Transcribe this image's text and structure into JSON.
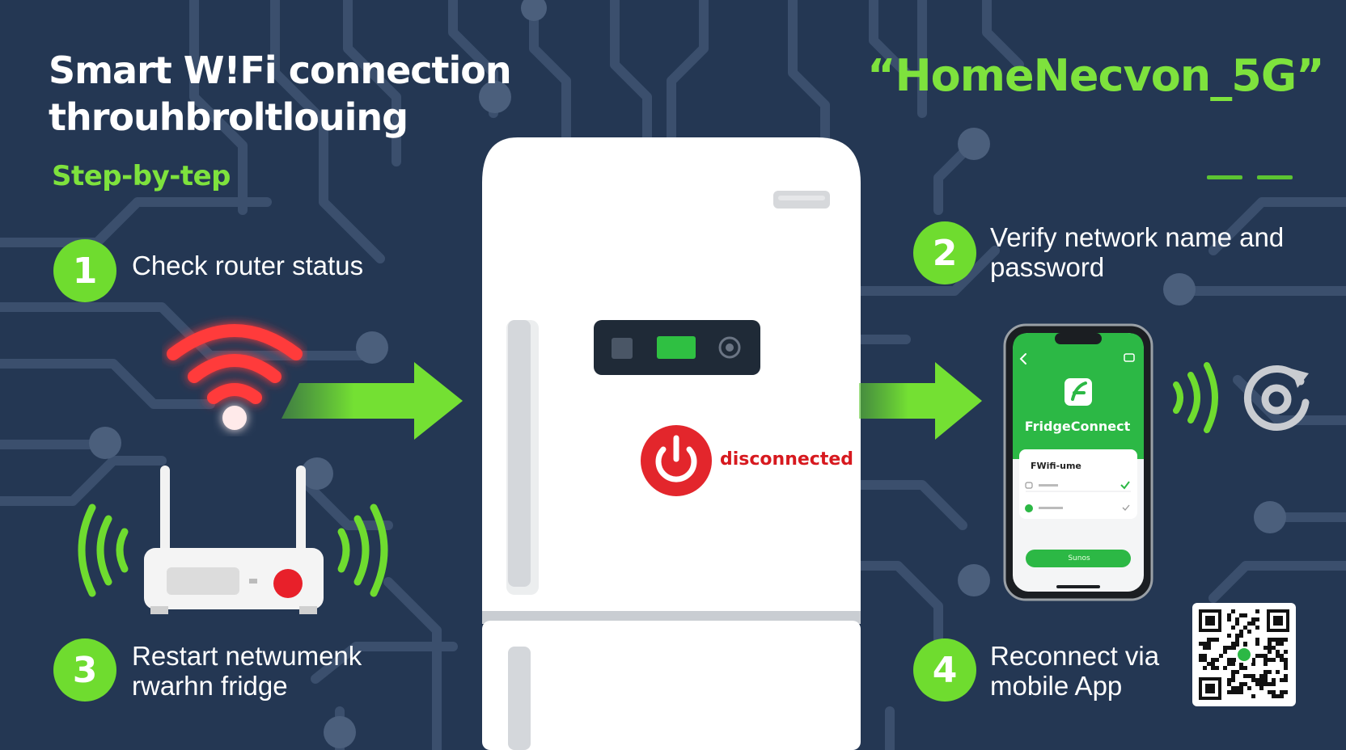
{
  "title": "Smart W!Fi connection throuhbroltlouing",
  "subtitle": "Step-by-tep",
  "network_name": "“HomeNecvon_5G”",
  "steps": [
    {
      "number": "1",
      "label": "Check router status"
    },
    {
      "number": "2",
      "label": "Verify network name and password"
    },
    {
      "number": "3",
      "label": "Restart netwumenk rwarhn fridge"
    },
    {
      "number": "4",
      "label": "Reconnect via mobile App"
    }
  ],
  "fridge": {
    "status": "disconnected"
  },
  "phone": {
    "app_name": "FridgeConnect",
    "form_title": "FWifi-ume",
    "connect_label": "Sunos"
  },
  "icons": {
    "router_wifi": "wifi-icon",
    "power": "power-icon",
    "app_logo": "fridge-connect-logo-icon",
    "sync": "sync-icon",
    "qr": "qr-code-icon",
    "signal_waves": "signal-waves-icon"
  },
  "colors": {
    "background": "#243753",
    "circuit": "#3a4e6c",
    "accent_green": "#6fdc2f",
    "alert_red": "#e3262c"
  }
}
